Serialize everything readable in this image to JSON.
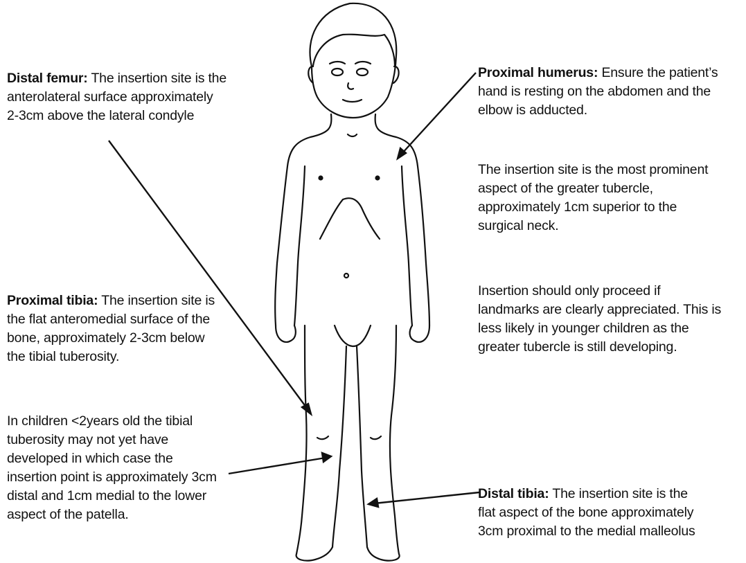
{
  "callouts": {
    "distal_femur": {
      "heading": "Distal femur:",
      "lines": [
        " The insertion site is the",
        "anterolateral surface approximately",
        "2-3cm above the lateral condyle"
      ]
    },
    "proximal_tibia": {
      "heading": "Proximal tibia:",
      "lines": [
        " The insertion site is",
        "the flat anteromedial surface of the",
        "bone, approximately 2-3cm below",
        "the tibial tuberosity."
      ],
      "note_lines": [
        "In children <2years old the tibial",
        "tuberosity may not yet have",
        "developed in which case the",
        "insertion point is approximately 3cm",
        "distal and 1cm medial to the lower",
        "aspect of the patella."
      ]
    },
    "proximal_humerus": {
      "heading": "Proximal humerus:",
      "lines": [
        " Ensure the patient’s",
        "hand is resting on the abdomen and the",
        "elbow is adducted."
      ],
      "para2_lines": [
        "The insertion site is the most prominent",
        "aspect of the greater tubercle,",
        "approximately 1cm superior to the",
        "surgical neck."
      ],
      "para3_lines": [
        "Insertion should only proceed if",
        "landmarks are clearly appreciated.  This is",
        "less likely in younger children as the",
        "greater tubercle is still developing."
      ]
    },
    "distal_tibia": {
      "heading": "Distal tibia:",
      "lines": [
        " The insertion site is the",
        "flat aspect of the bone approximately",
        "3cm proximal to the medial malleolus"
      ]
    }
  }
}
